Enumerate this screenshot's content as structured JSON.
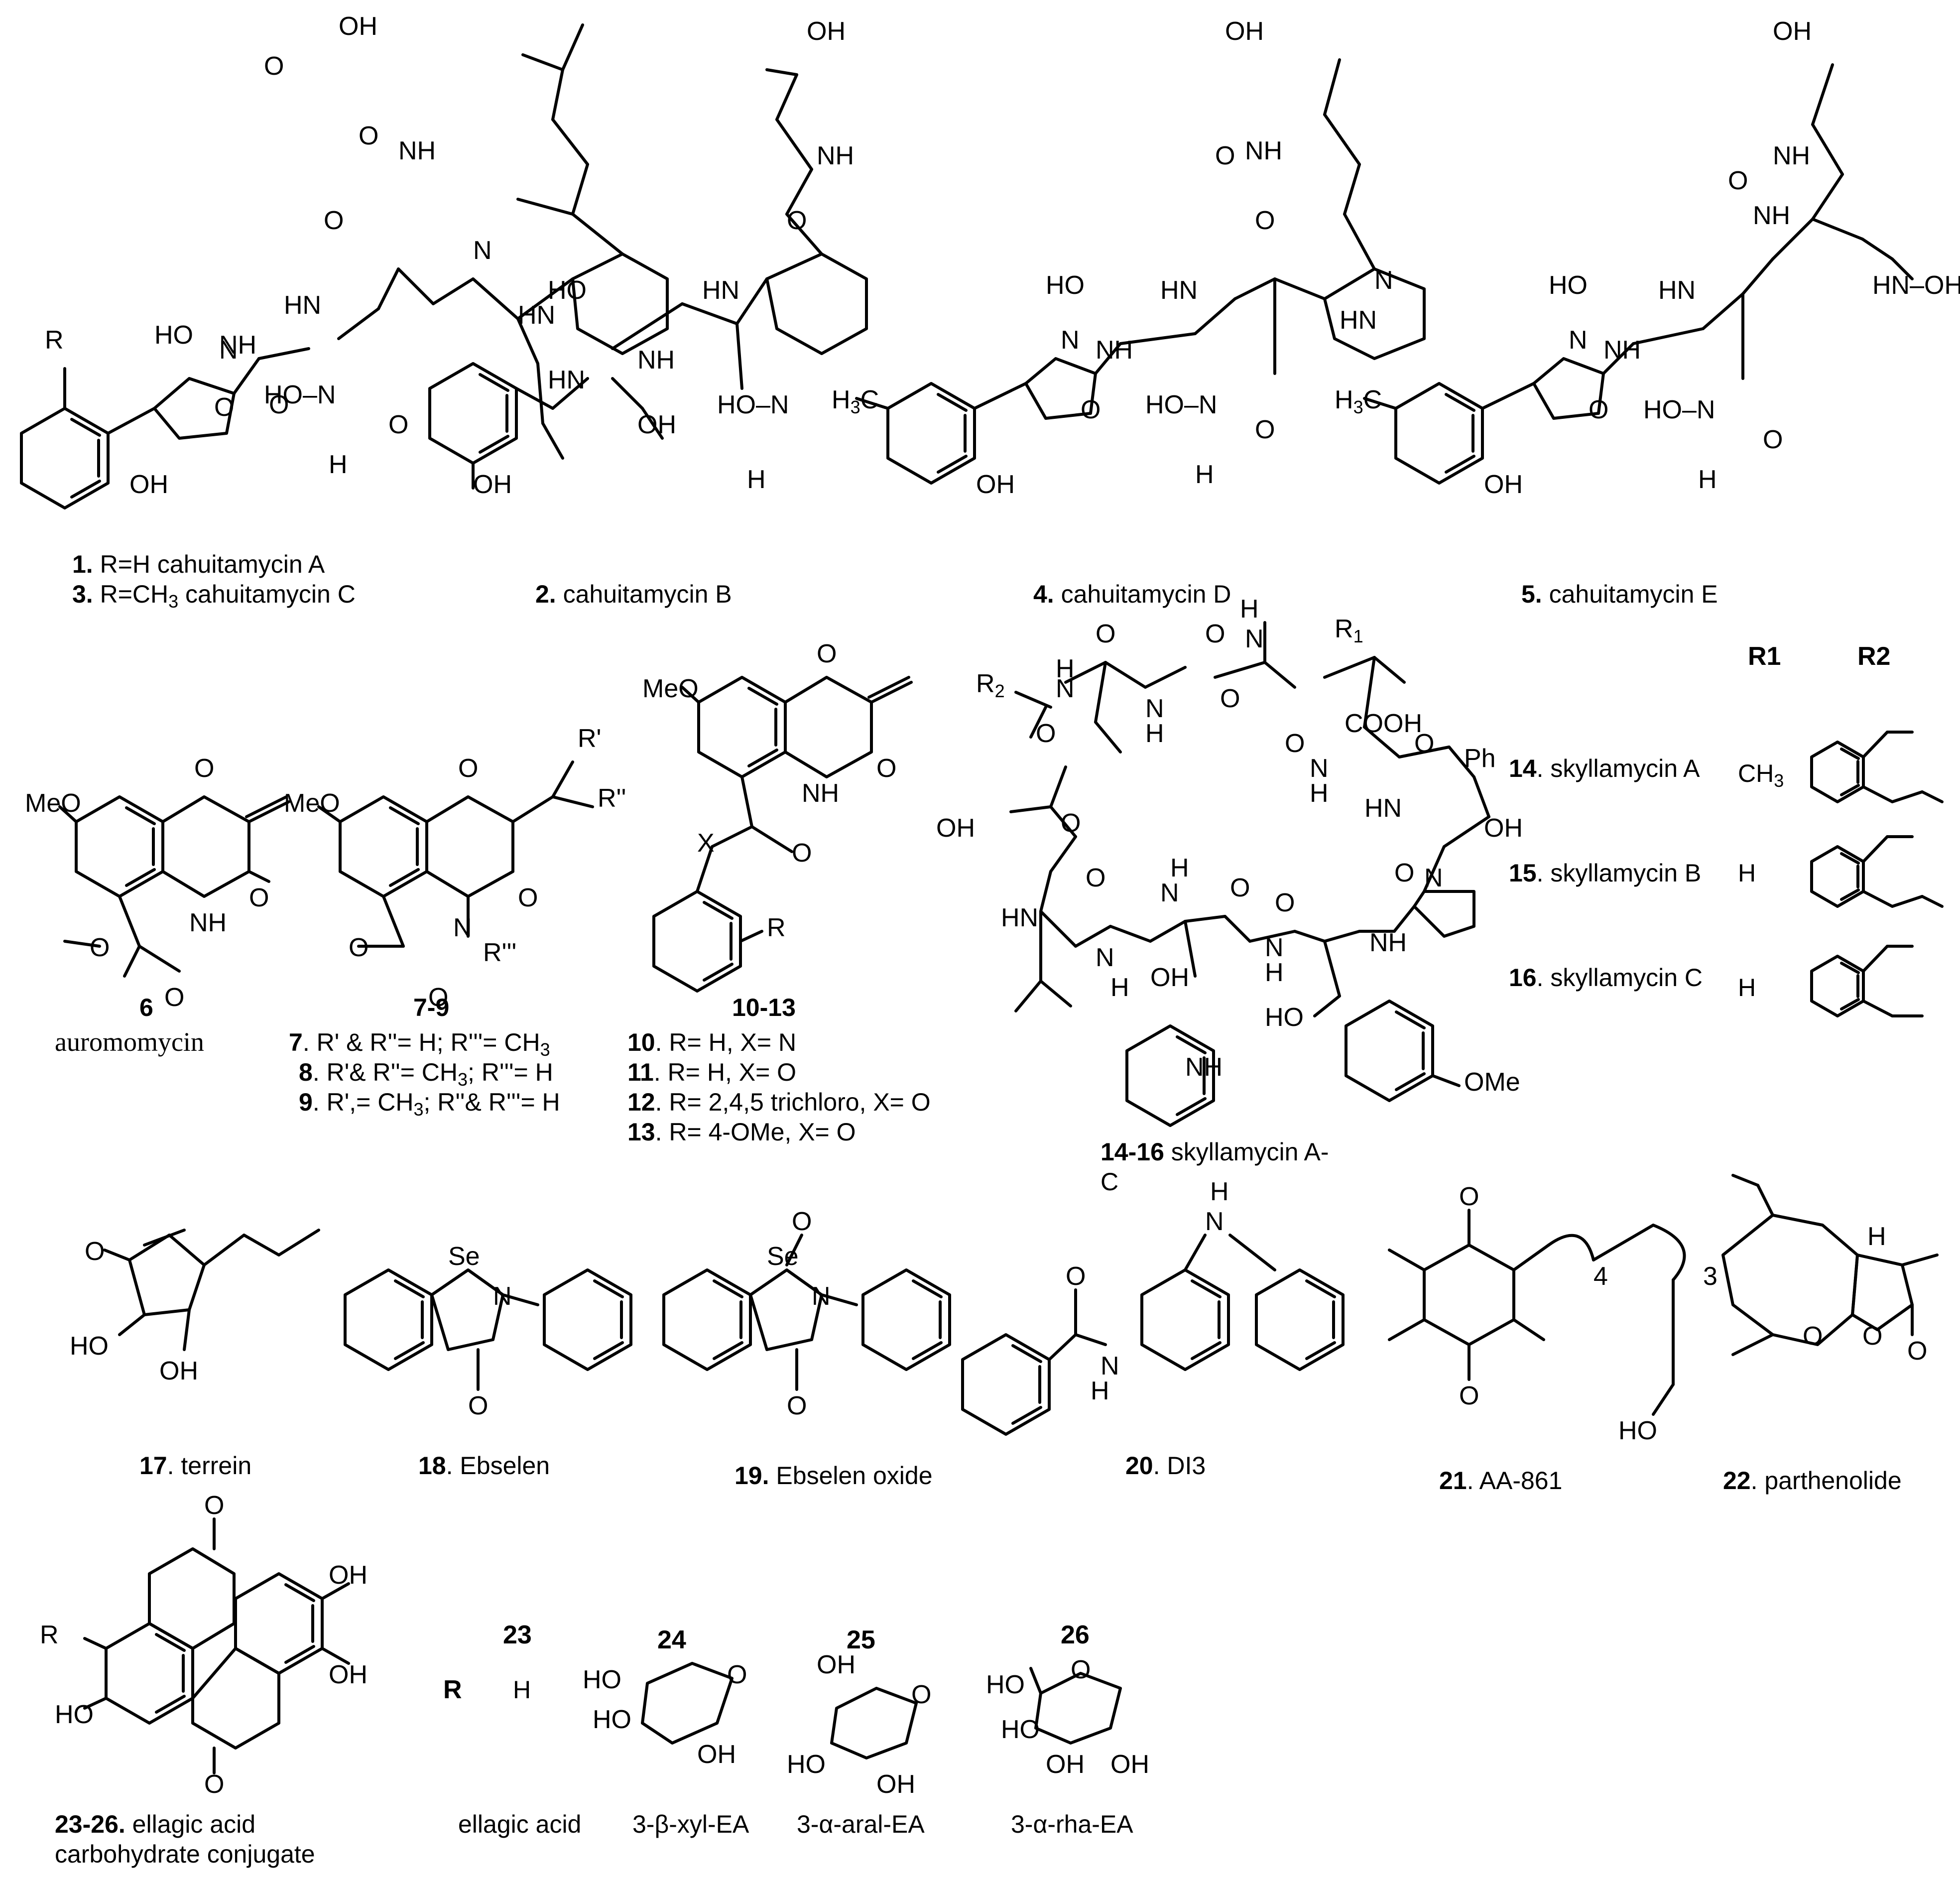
{
  "row1": {
    "c1": {
      "number": "1.",
      "text": " R=H cahuitamycin A"
    },
    "c3": {
      "number": "3.",
      "text": " R=CH",
      "sub": "3",
      "text2": " cahuitamycin C"
    },
    "c2": {
      "number": "2.",
      "text": " cahuitamycin B"
    },
    "c4": {
      "number": "4.",
      "text": " cahuitamycin D"
    },
    "c5": {
      "number": "5.",
      "text": " cahuitamycin E"
    }
  },
  "row2": {
    "c6": {
      "number": "6",
      "name": "auromomycin"
    },
    "c7_9": {
      "number": "7-9",
      "l7": {
        "n": "7",
        "t": ". R' & R''= H; R'''= CH",
        "sub": "3"
      },
      "l8": {
        "n": "8",
        "t": ". R'& R''= CH",
        "sub": "3",
        "t2": "; R'''= H"
      },
      "l9": {
        "n": "9",
        "t": ". R',= CH",
        "sub": "3",
        "t2": ";  R''& R'''= H"
      }
    },
    "c10_13": {
      "number": "10-13",
      "l10": {
        "n": "10",
        "t": ". R= H, X= N"
      },
      "l11": {
        "n": "11",
        "t": ". R= H, X= O"
      },
      "l12": {
        "n": "12",
        "t": ". R= 2,4,5 trichloro, X= O"
      },
      "l13": {
        "n": "13",
        "t": ". R= 4-OMe, X= O"
      }
    },
    "c14_16": {
      "number": "14-16",
      "text": " skyllamycin A-",
      "text2": "C"
    },
    "table": {
      "h1": "R1",
      "h2": "R2",
      "r14": {
        "n": "14",
        "t": ". skyllamycin A",
        "r1": "CH",
        "r1sub": "3"
      },
      "r15": {
        "n": "15",
        "t": ". skyllamycin B",
        "r1": "H"
      },
      "r16": {
        "n": "16",
        "t": ". skyllamycin C",
        "r1": "H"
      }
    }
  },
  "row3": {
    "c17": {
      "n": "17",
      "t": ". terrein"
    },
    "c18": {
      "n": "18",
      "t": ". Ebselen"
    },
    "c19": {
      "n": "19.",
      "t": " Ebselen oxide"
    },
    "c20": {
      "n": "20",
      "t": ". DI3"
    },
    "c21": {
      "n": "21",
      "t": ". AA-861"
    },
    "c22": {
      "n": "22",
      "t": ". parthenolide"
    }
  },
  "row4": {
    "main": {
      "n": "23-26.",
      "t": "  ellagic acid",
      "t2": "carbohydrate conjugate"
    },
    "rlabel": "R",
    "c23": {
      "n": "23",
      "sub": "H",
      "name": "ellagic acid"
    },
    "c24": {
      "n": "24",
      "name": "3-β-xyl-EA"
    },
    "c25": {
      "n": "25",
      "name": "3-α-aral-EA"
    },
    "c26": {
      "n": "26",
      "name": "3-α-rha-EA"
    }
  },
  "atoms": {
    "OH": "OH",
    "HO": "HO",
    "O": "O",
    "N": "N",
    "NH": "NH",
    "HN": "HN",
    "H": "H",
    "R": "R",
    "HNOH": "HN–OH",
    "HON": "HO–N",
    "H3C": "H",
    "C": "C",
    "three": "3",
    "MeO": "MeO",
    "OMe": "OMe",
    "X": "X",
    "Se": "Se",
    "Ph": "Ph",
    "COOH": "COOH",
    "R1": "R",
    "R2": "R",
    "one": "1",
    "two": "2",
    "Rp": "R'",
    "Rpp": "R''",
    "Rppp": "R'''",
    "four": "4",
    "Hs": "H"
  }
}
